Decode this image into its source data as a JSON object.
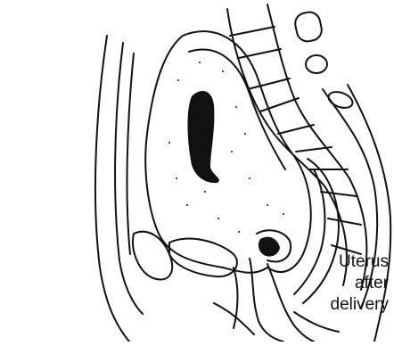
{
  "caption": {
    "line1": "Uterus",
    "line2": "after",
    "line3": "delivery"
  },
  "colors": {
    "ink": "#111111",
    "background": "#ffffff"
  }
}
